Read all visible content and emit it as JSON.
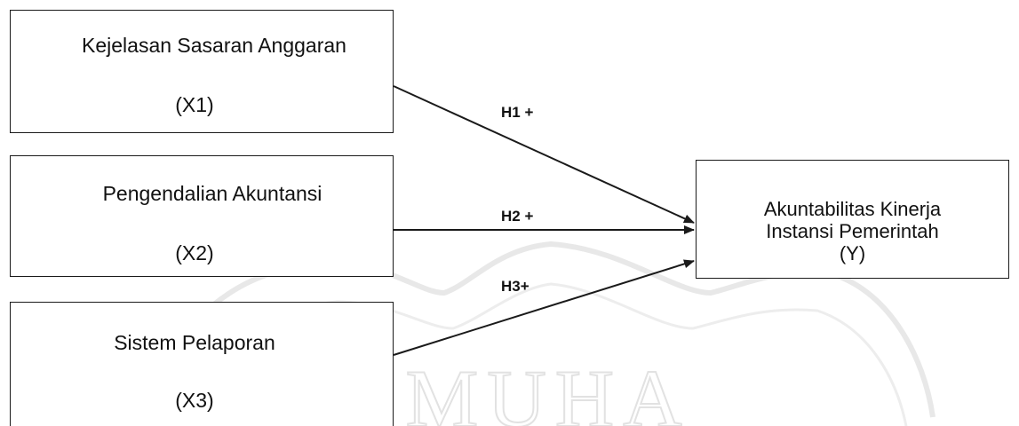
{
  "diagram": {
    "boxes": {
      "x1": {
        "name": "Kejelasan Sasaran Anggaran",
        "code": "(X1)"
      },
      "x2": {
        "name": "Pengendalian Akuntansi",
        "code": "(X2)"
      },
      "x3": {
        "name": "Sistem Pelaporan",
        "code": "(X3)"
      },
      "y": {
        "line1": "Akuntabilitas Kinerja",
        "line2": "Instansi Pemerintah",
        "code": "(Y)"
      }
    },
    "hypotheses": {
      "h1": "H1 +",
      "h2": "H2 +",
      "h3": "H3+"
    },
    "watermark": {
      "text": "S MUHA"
    },
    "colors": {
      "line": "#1a1a1a",
      "watermark": "#e6e6e6"
    }
  }
}
